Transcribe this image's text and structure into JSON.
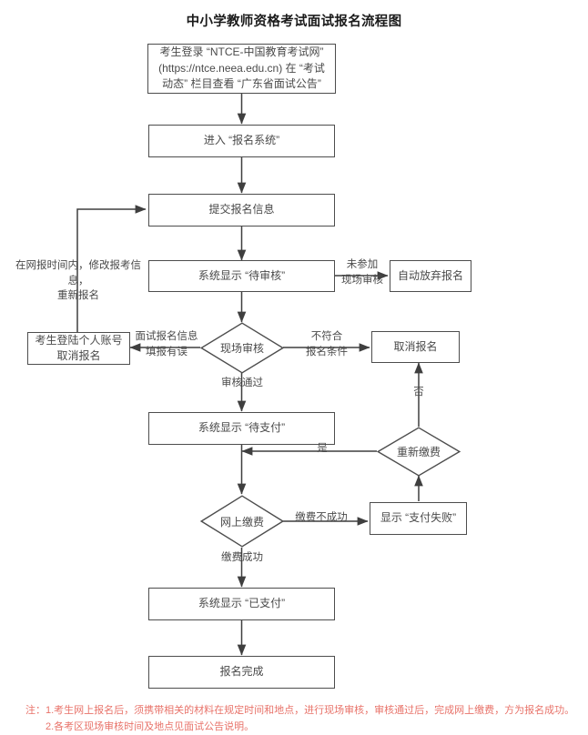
{
  "title": "中小学教师资格考试面试报名流程图",
  "colors": {
    "node_border": "#4d4d4d",
    "node_text": "#4a4a4a",
    "edge": "#3f3f3f",
    "note_red": "#e8736a",
    "title": "#1a1a1a",
    "background": "#ffffff"
  },
  "nodes": {
    "login": {
      "label": "考生登录 “NTCE-中国教育考试网”\n(https://ntce.neea.edu.cn) 在 “考试\n动态” 栏目查看 “广东省面试公告”",
      "shape": "box"
    },
    "enter_system": {
      "label": "进入 “报名系统”",
      "shape": "box"
    },
    "submit_info": {
      "label": "提交报名信息",
      "shape": "box"
    },
    "pending_review": {
      "label": "系统显示 “待审核”",
      "shape": "box"
    },
    "auto_give_up": {
      "label": "自动放弃报名",
      "shape": "box"
    },
    "onsite_review": {
      "label": "现场审核",
      "shape": "diamond"
    },
    "cancel_registration": {
      "label": "取消报名",
      "shape": "box"
    },
    "candidate_cancel": {
      "label": "考生登陆个人账号\n取消报名",
      "shape": "box"
    },
    "pending_payment": {
      "label": "系统显示 “待支付”",
      "shape": "box"
    },
    "repay": {
      "label": "重新缴费",
      "shape": "diamond"
    },
    "online_payment": {
      "label": "网上缴费",
      "shape": "diamond"
    },
    "payment_failed": {
      "label": "显示 “支付失败”",
      "shape": "box"
    },
    "paid": {
      "label": "系统显示 “已支付”",
      "shape": "box"
    },
    "registration_complete": {
      "label": "报名完成",
      "shape": "box"
    }
  },
  "edge_labels": {
    "modify_reregister": "在网报时间内，修改报考信息，\n重新报名",
    "not_attend_onsite": "未参加\n现场审核",
    "info_error": "面试报名信息\n填报有误",
    "not_meet_condition": "不符合\n报名条件",
    "review_passed": "审核通过",
    "repay_yes": "是",
    "repay_no": "否",
    "payment_failed_label": "缴费不成功",
    "payment_success": "缴费成功"
  },
  "notes": {
    "line1": "注：1.考生网上报名后，须携带相关的材料在规定时间和地点，进行现场审核，审核通过后，完成网上缴费，方为报名成功。",
    "line2": "2.各考区现场审核时间及地点见面试公告说明。"
  }
}
